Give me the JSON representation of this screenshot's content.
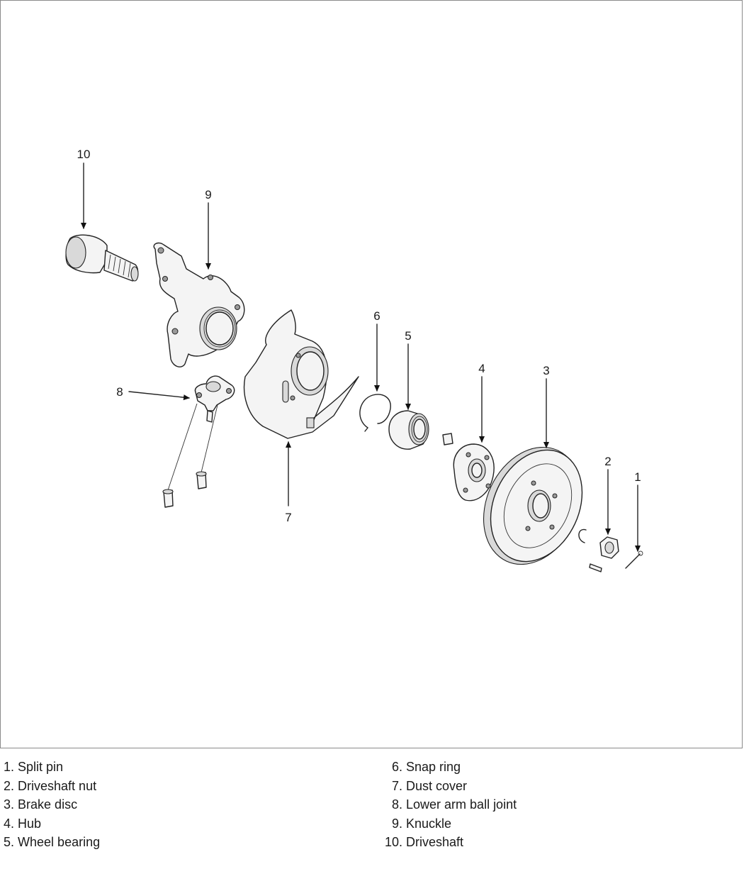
{
  "callouts": [
    "1",
    "2",
    "3",
    "4",
    "5",
    "6",
    "7",
    "8",
    "9",
    "10"
  ],
  "legend": {
    "left": [
      {
        "num": "1.",
        "label": "Split pin"
      },
      {
        "num": "2.",
        "label": "Driveshaft nut"
      },
      {
        "num": "3.",
        "label": "Brake disc"
      },
      {
        "num": "4.",
        "label": "Hub"
      },
      {
        "num": "5.",
        "label": "Wheel bearing"
      }
    ],
    "right": [
      {
        "num": "6.",
        "label": "Snap ring"
      },
      {
        "num": "7.",
        "label": "Dust cover"
      },
      {
        "num": "8.",
        "label": "Lower arm ball joint"
      },
      {
        "num": "9.",
        "label": "Knuckle"
      },
      {
        "num": "10.",
        "label": "Driveshaft"
      }
    ]
  }
}
